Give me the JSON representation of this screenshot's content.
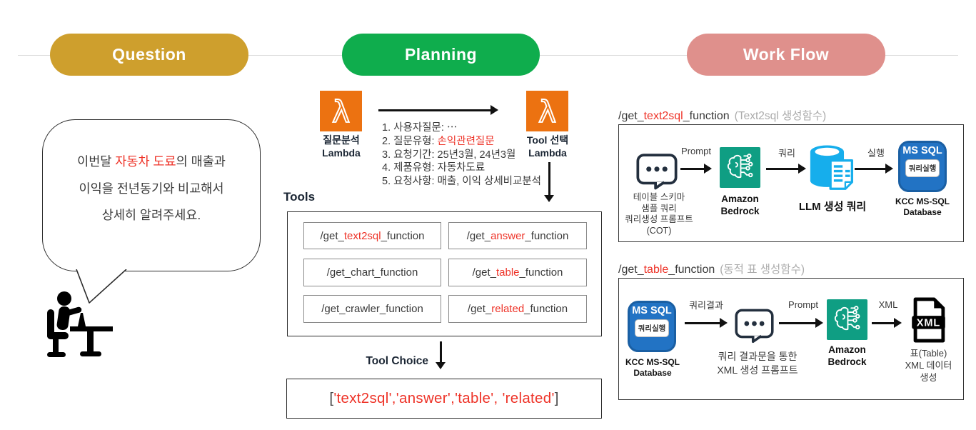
{
  "header": {
    "question_label": "Question",
    "planning_label": "Planning",
    "workflow_label": "Work Flow"
  },
  "colors": {
    "question_pill": "#CE9F2D",
    "planning_pill": "#0FAD4D",
    "workflow_pill": "#DF908C",
    "accent_red": "#EE3328",
    "lambda_orange": "#EC7211",
    "bedrock_teal": "#0F9E83",
    "db_cyan": "#16AEEC",
    "mssql_blue": "#2273C4"
  },
  "question": {
    "line1_pre": "이번달 ",
    "line1_red": "자동차 도료",
    "line1_post": "의 매출과",
    "line2": "이익을 전년동기와 비교해서",
    "line3": "상세히 알려주세요."
  },
  "planning": {
    "lambda_left_title": "질문분석",
    "lambda_left_subtitle": "Lambda",
    "lambda_right_title": "Tool 선택",
    "lambda_right_subtitle": "Lambda",
    "analysis": [
      {
        "pre": "1. 사용자질문: ⋯",
        "red": "",
        "post": ""
      },
      {
        "pre": "2. 질문유형: ",
        "red": "손익관련질문",
        "post": ""
      },
      {
        "pre": "3. 요청기간: 25년3월, 24년3월",
        "red": "",
        "post": ""
      },
      {
        "pre": "4. 제품유형: 자동차도료",
        "red": "",
        "post": ""
      },
      {
        "pre": "5. 요청사항: 매출, 이익 상세비교분석",
        "red": "",
        "post": ""
      }
    ],
    "tools_label": "Tools",
    "tools": [
      {
        "pre": "/get_",
        "red": "text2sql",
        "post": "_function"
      },
      {
        "pre": "/get_",
        "red": "answer",
        "post": "_function"
      },
      {
        "pre": "/get_chart_function",
        "red": "",
        "post": ""
      },
      {
        "pre": "/get_",
        "red": "table",
        "post": "_function"
      },
      {
        "pre": "/get_crawler_function",
        "red": "",
        "post": ""
      },
      {
        "pre": "/get_",
        "red": "related",
        "post": "_function"
      }
    ],
    "tool_choice_label": "Tool Choice",
    "result_open": "[",
    "result_red": "'text2sql','answer','table', 'related'",
    "result_close": "]"
  },
  "workflow": {
    "flow1": {
      "title_pre": "/get_",
      "title_red": "text2sql",
      "title_post": "_function",
      "title_note": "(Text2sql 생성함수)",
      "chat_caption": [
        "테이블 스키마",
        "샘플 쿼리",
        "쿼리생성 프롬프트",
        "(COT)"
      ],
      "arrow1_label": "Prompt",
      "bedrock_caption": [
        "Amazon",
        "Bedrock"
      ],
      "arrow2_label": "쿼리",
      "db_caption": "LLM 생성 쿼리",
      "arrow3_label": "실행",
      "mssql_badge": "MS SQL",
      "mssql_inner": "쿼리실행",
      "mssql_caption": [
        "KCC MS-SQL",
        "Database"
      ]
    },
    "flow2": {
      "title_pre": "/get_",
      "title_red": "table",
      "title_post": "_function",
      "title_note": "(동적 표 생성함수)",
      "mssql_badge": "MS SQL",
      "mssql_inner": "쿼리실행",
      "mssql_caption": [
        "KCC MS-SQL",
        "Database"
      ],
      "arrow1_label": "쿼리결과",
      "chat_caption": [
        "쿼리 결과문을 통한",
        "XML 생성 프롬프트"
      ],
      "arrow2_label": "Prompt",
      "bedrock_caption": [
        "Amazon",
        "Bedrock"
      ],
      "arrow3_label": "XML",
      "xml_badge": "XML",
      "xml_caption": [
        "표(Table)",
        "XML 데이터",
        "생성"
      ]
    }
  }
}
